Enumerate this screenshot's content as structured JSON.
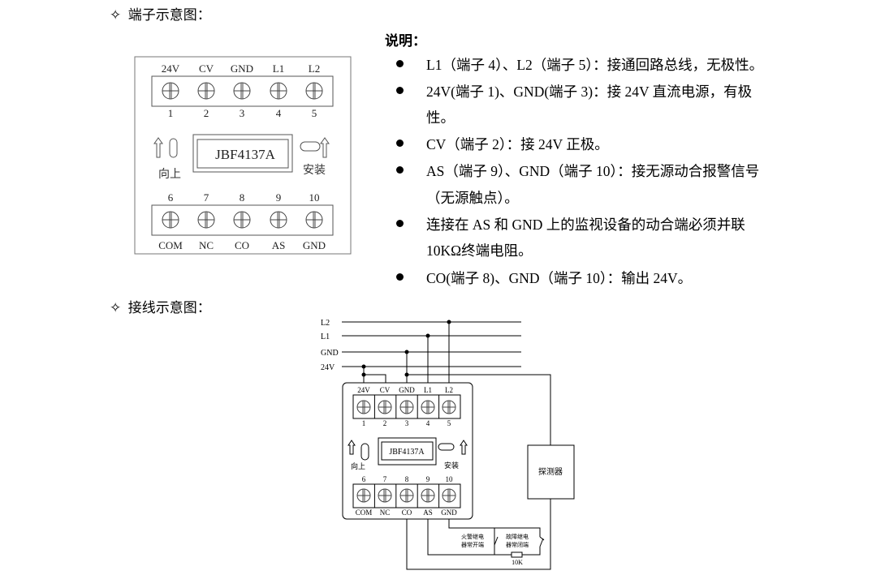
{
  "section1": {
    "marker": "✧",
    "title": "端子示意图："
  },
  "section2": {
    "marker": "✧",
    "title": "接线示意图："
  },
  "notes": {
    "heading": "说明：",
    "lines": [
      "L1（端子 4）、L2（端子 5）：接通回路总线，无极性。",
      "24V(端子 1)、GND(端子 3)：接 24V 直流电源，有极",
      "性。",
      "CV（端子 2）：接 24V 正极。",
      "AS（端子 9）、GND（端子 10）：接无源动合报警信号",
      "（无源触点）。",
      "连接在 AS 和 GND 上的监视设备的动合端必须并联",
      "10KΩ终端电阻。",
      "CO(端子 8)、GND（端子 10）：输出 24V。"
    ]
  },
  "terminal": {
    "top_labels": [
      "24V",
      "CV",
      "GND",
      "L1",
      "L2"
    ],
    "top_numbers": [
      "1",
      "2",
      "3",
      "4",
      "5"
    ],
    "bottom_numbers": [
      "6",
      "7",
      "8",
      "9",
      "10"
    ],
    "bottom_labels": [
      "COM",
      "NC",
      "CO",
      "AS",
      "GND"
    ],
    "model": "JBF4137A",
    "up_label": "向上",
    "install_label": "安装"
  },
  "wiring": {
    "bus": [
      "L2",
      "L1",
      "GND",
      "24V"
    ],
    "detector": "探测器",
    "fire_relay": [
      "火警继电",
      "器常开端"
    ],
    "fault_relay": [
      "故障继电",
      "器常闭端"
    ],
    "resistor": "10K"
  }
}
